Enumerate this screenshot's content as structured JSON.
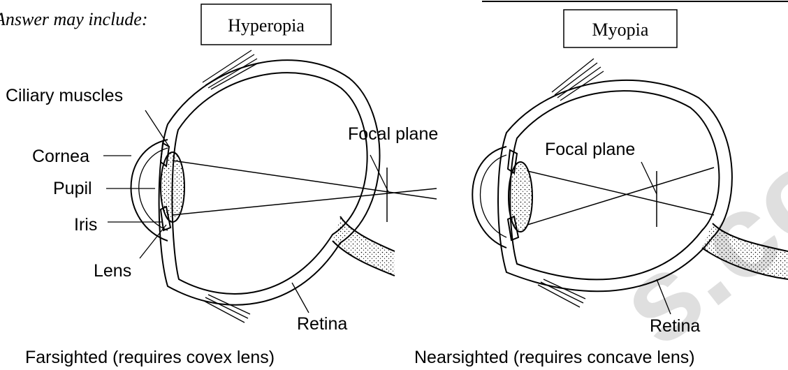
{
  "header": {
    "prefix": "Answer may include:"
  },
  "left_eye": {
    "title": "Hyperopia",
    "labels": {
      "ciliary": "Ciliary muscles",
      "cornea": "Cornea",
      "pupil": "Pupil",
      "iris": "Iris",
      "lens": "Lens",
      "focal": "Focal plane",
      "retina": "Retina"
    },
    "caption": "Farsighted (requires covex lens)"
  },
  "right_eye": {
    "title": "Myopia",
    "labels": {
      "focal": "Focal plane",
      "retina": "Retina"
    },
    "caption": "Nearsighted (requires concave lens)"
  },
  "watermark": {
    "text": "s.com",
    "color": "#000000"
  }
}
